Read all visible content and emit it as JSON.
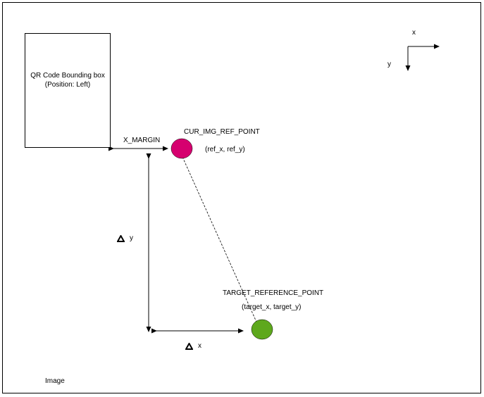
{
  "diagram": {
    "qr_box": {
      "line1": "QR Code Bounding box",
      "line2": "(Position: Left)"
    },
    "axes": {
      "x_label": "x",
      "y_label": "y"
    },
    "x_margin_label": "X_MARGIN",
    "current_point": {
      "name": "CUR_IMG_REF_POINT",
      "coords": "(ref_x, ref_y)",
      "color": "#d6006f"
    },
    "target_point": {
      "name": "TARGET_REFERENCE_POINT",
      "coords": "(target_x, target_y)",
      "color": "#5ea81d"
    },
    "delta_y_label": "y",
    "delta_x_label": "x",
    "image_label": "Image"
  }
}
